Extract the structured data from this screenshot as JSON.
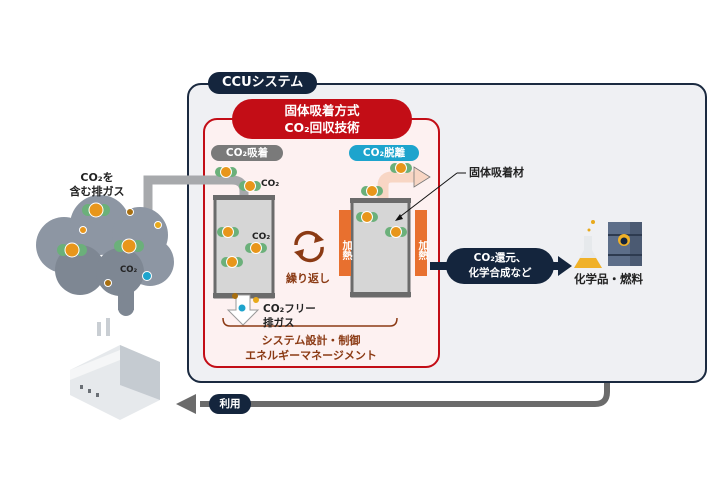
{
  "ccu_system": {
    "label": "CCUシステム"
  },
  "technology": {
    "title_line1": "固体吸着方式",
    "title_line2": "CO₂回収技術"
  },
  "stages": {
    "absorption": {
      "label": "CO₂吸着"
    },
    "desorption": {
      "label": "CO₂脱離"
    }
  },
  "exhaust": {
    "line1": "CO₂を",
    "line2": "含む排ガス",
    "molecule_label": "CO₂"
  },
  "labels": {
    "co2_top": "CO₂",
    "co2_inside": "CO₂",
    "repeat": "繰り返し",
    "co2_free_line1": "CO₂フリー",
    "co2_free_line2": "排ガス",
    "sorbent": "固体吸着材",
    "heat_left": "加熱",
    "heat_right": "加熱",
    "system_line1": "システム設計・制御",
    "system_line2": "エネルギーマネージメント"
  },
  "conversion": {
    "line1": "CO₂還元、",
    "line2": "化学合成など"
  },
  "products": {
    "label": "化学品・燃料"
  },
  "usage": {
    "label": "利用"
  },
  "colors": {
    "navy": "#14253d",
    "red": "#c30d16",
    "heat_orange": "#e8702f",
    "cyan": "#1da4cd",
    "co2_orange": "#e8961b",
    "co2_green": "#6bb07a"
  }
}
